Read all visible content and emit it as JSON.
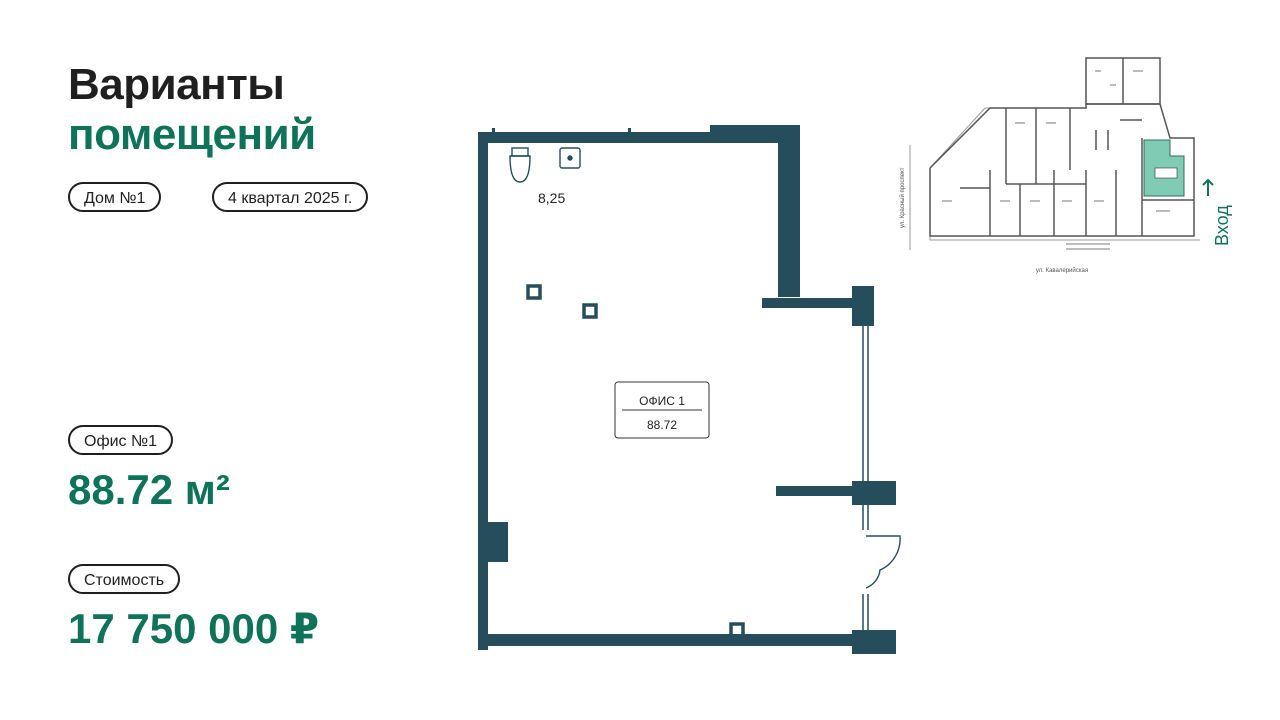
{
  "header": {
    "title_line1": "Варианты",
    "title_line2": "помещений"
  },
  "tags": {
    "house": "Дом №1",
    "completion": "4 квартал 2025 г."
  },
  "unit": {
    "label": "Офис №1",
    "area": "88.72 м²"
  },
  "cost": {
    "label": "Стоимость",
    "price": "17 750 000 ₽"
  },
  "plan": {
    "room_name": "ОФИС 1",
    "room_area": "88.72",
    "wc_area": "8,25"
  },
  "site_plan": {
    "street_bottom": "ул. Кавалерийская",
    "street_left": "ул. Красный проспект",
    "entrance": "Вход"
  },
  "colors": {
    "accent": "#0e7358",
    "wall": "#264d5c",
    "highlight": "#7fcbb4"
  }
}
